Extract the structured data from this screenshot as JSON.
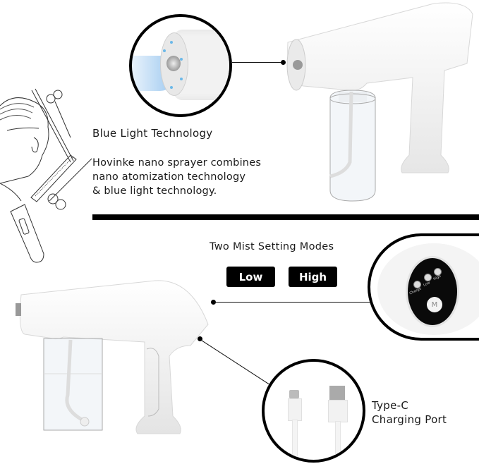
{
  "top_feature": {
    "title": "Blue Light Technology",
    "description_lines": [
      "Hovinke nano sprayer combines",
      "nano atomization technology",
      "& blue light technology."
    ]
  },
  "mist_feature": {
    "title": "Two Mist Setting Modes",
    "modes": [
      "Low",
      "High"
    ],
    "panel_indicators": [
      "Charge",
      "Low",
      "High"
    ],
    "panel_button": "M"
  },
  "charging_feature": {
    "title_lines": [
      "Type-C",
      "Charging Port"
    ]
  },
  "colors": {
    "accent_black": "#000000",
    "blue_light": "#9ec9f0",
    "product_white": "#f2f2f2"
  },
  "icons": {
    "illustration": "barber-sketch-illustration",
    "product_top": "nano-sprayer-gun",
    "product_bottom": "nano-sprayer-gun-side",
    "cable_c": "usb-type-c-connector",
    "cable_a": "usb-a-connector"
  }
}
